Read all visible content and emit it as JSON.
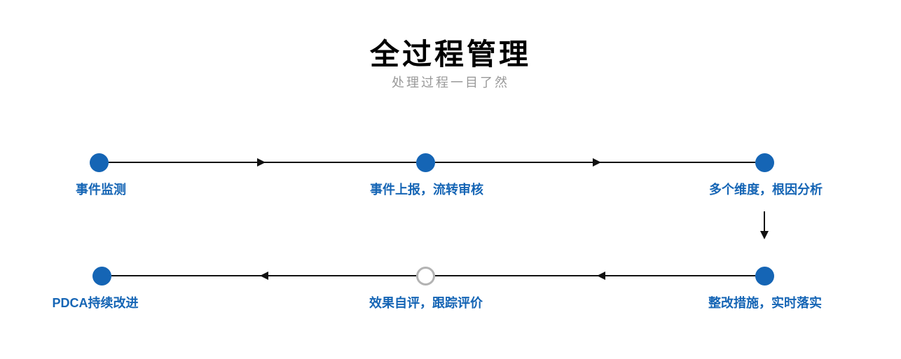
{
  "page": {
    "title": "全过程管理",
    "subtitle": "处理过程一目了然"
  },
  "colors": {
    "accent_blue": "#1565b5",
    "line_black": "#111111",
    "subtitle_gray": "#999999",
    "hollow_node_border": "#b3b3b3",
    "background": "#ffffff"
  },
  "flow": {
    "top_row": {
      "direction": "left-to-right",
      "steps": [
        {
          "label": "事件监测",
          "node_style": "filled"
        },
        {
          "label": "事件上报，流转审核",
          "node_style": "filled"
        },
        {
          "label": "多个维度，根因分析",
          "node_style": "filled"
        }
      ]
    },
    "connector_down": {
      "from": "多个维度，根因分析",
      "to": "整改措施，实时落实"
    },
    "bottom_row": {
      "direction": "right-to-left",
      "steps": [
        {
          "label": "PDCA持续改进",
          "node_style": "filled"
        },
        {
          "label": "效果自评，跟踪评价",
          "node_style": "hollow"
        },
        {
          "label": "整改措施，实时落实",
          "node_style": "filled"
        }
      ]
    }
  }
}
